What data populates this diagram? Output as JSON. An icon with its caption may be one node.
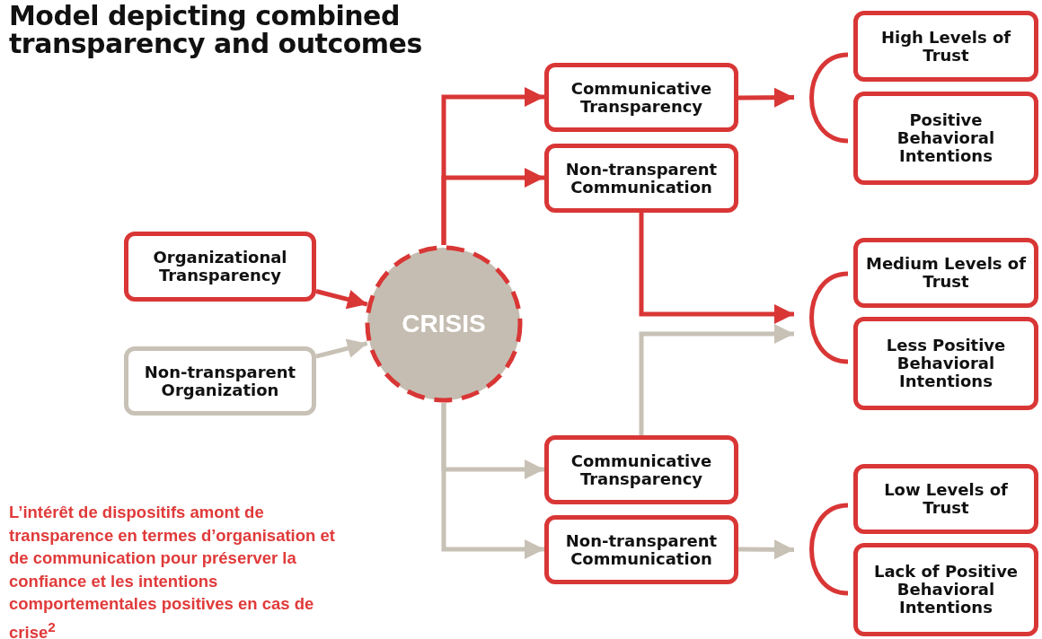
{
  "diagram": {
    "title": "Model depicting combined transparency and outcomes",
    "caption": "L’intérêt de dispositifs amont de transparence en termes d’organisation et de communication pour préserver la confiance et les intentions comportementales positives en cas de crise$^{2}$",
    "nodes": [
      {
        "text": [
          "Organizational Transparency"
        ]
      },
      {
        "text": [
          "Non-transparent Organization"
        ]
      },
      {
        "text": [
          "CRISIS"
        ]
      },
      {
        "text": [
          "Communicative Transparency"
        ]
      },
      {
        "text": [
          "Non-transparent Communication"
        ]
      },
      {
        "text": [
          "Communicative Transparency"
        ]
      },
      {
        "text": [
          "Non-transparent Communication"
        ]
      },
      {
        "text": [
          "High Levels of Trust"
        ]
      },
      {
        "text": [
          "Positive Behavioral Intentions"
        ]
      },
      {
        "text": [
          "Medium Levels of Trust"
        ]
      },
      {
        "text": [
          "Less Positive Behavioral Intentions"
        ]
      },
      {
        "text": [
          "Low Levels of Trust"
        ]
      },
      {
        "text": [
          "Lack of Positive Behavioral Intentions"
        ]
      },
      {
        "text": [],
        "shape": "arc"
      },
      {
        "text": [],
        "shape": "arc"
      },
      {
        "text": [],
        "shape": "arc"
      }
    ],
    "edges": [
      {
        "from": 0,
        "to": 2,
        "arrow": "to",
        "color": "#d93636"
      },
      {
        "from": 1,
        "to": 2,
        "arrow": "to",
        "color": "#c8c1b6"
      },
      {
        "from": 2,
        "to": 3,
        "arrow": "to",
        "color": "#d93636"
      },
      {
        "from": 2,
        "to": 4,
        "arrow": "to",
        "color": "#d93636"
      },
      {
        "from": 2,
        "to": 5,
        "arrow": "to",
        "color": "#c8c1b6"
      },
      {
        "from": 2,
        "to": 6,
        "arrow": "to",
        "color": "#c8c1b6"
      },
      {
        "from": 3,
        "to": 13,
        "arrow": "to",
        "color": "#d93636"
      },
      {
        "from": 4,
        "to": 14,
        "arrow": "to",
        "color": "#d93636"
      },
      {
        "from": 5,
        "to": 14,
        "arrow": "to",
        "color": "#c8c1b6"
      },
      {
        "from": 6,
        "to": 15,
        "arrow": "to",
        "color": "#c8c1b6"
      }
    ]
  }
}
